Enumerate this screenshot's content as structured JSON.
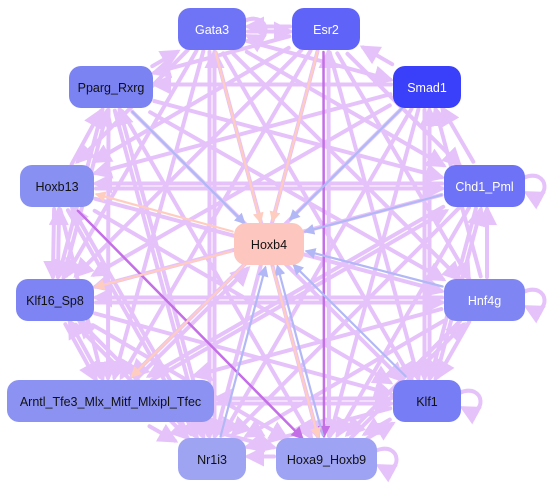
{
  "colors": {
    "edge_regular": "#e6c2fb",
    "edge_strong": "#c46fe6",
    "edge_blue": "#b2b8f5",
    "edge_peach": "#ffcdbf"
  },
  "nodes": [
    {
      "id": "gata3",
      "label": "Gata3",
      "fill": "#6f74f7",
      "text_color": "#ffffff"
    },
    {
      "id": "esr2",
      "label": "Esr2",
      "fill": "#5f63f8",
      "text_color": "#ffffff"
    },
    {
      "id": "pparg_rxrg",
      "label": "Pparg_Rxrg",
      "fill": "#7b82f2",
      "text_color": "#111111"
    },
    {
      "id": "smad1",
      "label": "Smad1",
      "fill": "#3a3ff9",
      "text_color": "#ffffff"
    },
    {
      "id": "hoxb13",
      "label": "Hoxb13",
      "fill": "#8890f2",
      "text_color": "#111111"
    },
    {
      "id": "chd1_pml",
      "label": "Chd1_Pml",
      "fill": "#6d72f7",
      "text_color": "#ffffff"
    },
    {
      "id": "hoxb4",
      "label": "Hoxb4",
      "fill": "#fdc7c0",
      "text_color": "#111111"
    },
    {
      "id": "klf16_sp8",
      "label": "Klf16_Sp8",
      "fill": "#7e84f4",
      "text_color": "#111111"
    },
    {
      "id": "hnf4g",
      "label": "Hnf4g",
      "fill": "#7f86f4",
      "text_color": "#ffffff"
    },
    {
      "id": "arntl",
      "label": "Arntl_Tfe3_Mlx_Mitf_Mlxipl_Tfec",
      "fill": "#8c92f1",
      "text_color": "#111111"
    },
    {
      "id": "klf1",
      "label": "Klf1",
      "fill": "#777df4",
      "text_color": "#111111"
    },
    {
      "id": "nr1i3",
      "label": "Nr1i3",
      "fill": "#9fa4f2",
      "text_color": "#111111"
    },
    {
      "id": "hoxa9_hoxb9",
      "label": "Hoxa9_Hoxb9",
      "fill": "#9ea3f3",
      "text_color": "#111111"
    }
  ],
  "edges": [
    {
      "from": "gata3",
      "to": "hoxb4",
      "kind": "peach"
    },
    {
      "from": "esr2",
      "to": "hoxb4",
      "kind": "peach"
    },
    {
      "from": "pparg_rxrg",
      "to": "hoxb4",
      "kind": "blue"
    },
    {
      "from": "smad1",
      "to": "hoxb4",
      "kind": "blue"
    },
    {
      "from": "chd1_pml",
      "to": "hoxb4",
      "kind": "blue"
    },
    {
      "from": "hnf4g",
      "to": "hoxb4",
      "kind": "blue"
    },
    {
      "from": "klf1",
      "to": "hoxb4",
      "kind": "blue"
    },
    {
      "from": "nr1i3",
      "to": "hoxb4",
      "kind": "blue"
    },
    {
      "from": "hoxa9_hoxb9",
      "to": "hoxb4",
      "kind": "blue"
    },
    {
      "from": "hoxb4",
      "to": "hoxb13",
      "kind": "peach"
    },
    {
      "from": "hoxb4",
      "to": "klf16_sp8",
      "kind": "peach"
    },
    {
      "from": "hoxb4",
      "to": "arntl",
      "kind": "peach"
    },
    {
      "from": "hoxb4",
      "to": "hoxa9_hoxb9",
      "kind": "peach"
    },
    {
      "from": "arntl",
      "to": "hoxb4",
      "kind": "regular"
    },
    {
      "from": "esr2",
      "to": "hoxa9_hoxb9",
      "kind": "strong"
    },
    {
      "from": "hoxb13",
      "to": "hoxa9_hoxb9",
      "kind": "strong"
    },
    {
      "from": "gata3",
      "to": "esr2",
      "kind": "regular"
    },
    {
      "from": "esr2",
      "to": "gata3",
      "kind": "regular"
    },
    {
      "from": "gata3",
      "to": "smad1",
      "kind": "regular"
    },
    {
      "from": "gata3",
      "to": "chd1_pml",
      "kind": "regular"
    },
    {
      "from": "gata3",
      "to": "hnf4g",
      "kind": "regular"
    },
    {
      "from": "gata3",
      "to": "klf1",
      "kind": "regular"
    },
    {
      "from": "gata3",
      "to": "hoxa9_hoxb9",
      "kind": "regular"
    },
    {
      "from": "gata3",
      "to": "nr1i3",
      "kind": "regular"
    },
    {
      "from": "gata3",
      "to": "arntl",
      "kind": "regular"
    },
    {
      "from": "gata3",
      "to": "klf16_sp8",
      "kind": "regular"
    },
    {
      "from": "gata3",
      "to": "hoxb13",
      "kind": "regular"
    },
    {
      "from": "pparg_rxrg",
      "to": "gata3",
      "kind": "regular"
    },
    {
      "from": "esr2",
      "to": "pparg_rxrg",
      "kind": "regular"
    },
    {
      "from": "esr2",
      "to": "hoxb13",
      "kind": "regular"
    },
    {
      "from": "esr2",
      "to": "klf16_sp8",
      "kind": "regular"
    },
    {
      "from": "esr2",
      "to": "arntl",
      "kind": "regular"
    },
    {
      "from": "esr2",
      "to": "nr1i3",
      "kind": "regular"
    },
    {
      "from": "esr2",
      "to": "klf1",
      "kind": "regular"
    },
    {
      "from": "esr2",
      "to": "hnf4g",
      "kind": "regular"
    },
    {
      "from": "esr2",
      "to": "chd1_pml",
      "kind": "regular"
    },
    {
      "from": "smad1",
      "to": "esr2",
      "kind": "regular"
    },
    {
      "from": "smad1",
      "to": "pparg_rxrg",
      "kind": "regular"
    },
    {
      "from": "smad1",
      "to": "hoxb13",
      "kind": "regular"
    },
    {
      "from": "smad1",
      "to": "klf16_sp8",
      "kind": "regular"
    },
    {
      "from": "smad1",
      "to": "arntl",
      "kind": "regular"
    },
    {
      "from": "smad1",
      "to": "nr1i3",
      "kind": "regular"
    },
    {
      "from": "smad1",
      "to": "hoxa9_hoxb9",
      "kind": "regular"
    },
    {
      "from": "smad1",
      "to": "klf1",
      "kind": "regular"
    },
    {
      "from": "pparg_rxrg",
      "to": "chd1_pml",
      "kind": "regular"
    },
    {
      "from": "pparg_rxrg",
      "to": "hnf4g",
      "kind": "regular"
    },
    {
      "from": "pparg_rxrg",
      "to": "klf1",
      "kind": "regular"
    },
    {
      "from": "pparg_rxrg",
      "to": "hoxa9_hoxb9",
      "kind": "regular"
    },
    {
      "from": "pparg_rxrg",
      "to": "nr1i3",
      "kind": "regular"
    },
    {
      "from": "pparg_rxrg",
      "to": "arntl",
      "kind": "regular"
    },
    {
      "from": "pparg_rxrg",
      "to": "klf16_sp8",
      "kind": "regular"
    },
    {
      "from": "hoxb13",
      "to": "pparg_rxrg",
      "kind": "regular"
    },
    {
      "from": "hoxb13",
      "to": "chd1_pml",
      "kind": "regular"
    },
    {
      "from": "chd1_pml",
      "to": "hoxb13",
      "kind": "regular"
    },
    {
      "from": "hoxb13",
      "to": "hnf4g",
      "kind": "regular"
    },
    {
      "from": "hoxb13",
      "to": "klf1",
      "kind": "regular"
    },
    {
      "from": "hoxb13",
      "to": "nr1i3",
      "kind": "regular"
    },
    {
      "from": "hoxb13",
      "to": "arntl",
      "kind": "regular"
    },
    {
      "from": "klf16_sp8",
      "to": "hoxb13",
      "kind": "regular"
    },
    {
      "from": "hoxb13",
      "to": "klf16_sp8",
      "kind": "regular"
    },
    {
      "from": "chd1_pml",
      "to": "smad1",
      "kind": "regular"
    },
    {
      "from": "chd1_pml",
      "to": "klf16_sp8",
      "kind": "regular"
    },
    {
      "from": "chd1_pml",
      "to": "arntl",
      "kind": "regular"
    },
    {
      "from": "chd1_pml",
      "to": "nr1i3",
      "kind": "regular"
    },
    {
      "from": "chd1_pml",
      "to": "hoxa9_hoxb9",
      "kind": "regular"
    },
    {
      "from": "chd1_pml",
      "to": "klf1",
      "kind": "regular"
    },
    {
      "from": "hnf4g",
      "to": "chd1_pml",
      "kind": "regular"
    },
    {
      "from": "hnf4g",
      "to": "smad1",
      "kind": "regular"
    },
    {
      "from": "hnf4g",
      "to": "klf16_sp8",
      "kind": "regular"
    },
    {
      "from": "hnf4g",
      "to": "arntl",
      "kind": "regular"
    },
    {
      "from": "hnf4g",
      "to": "nr1i3",
      "kind": "regular"
    },
    {
      "from": "hnf4g",
      "to": "hoxa9_hoxb9",
      "kind": "regular"
    },
    {
      "from": "hnf4g",
      "to": "klf1",
      "kind": "regular"
    },
    {
      "from": "klf16_sp8",
      "to": "hnf4g",
      "kind": "regular"
    },
    {
      "from": "klf16_sp8",
      "to": "pparg_rxrg",
      "kind": "regular"
    },
    {
      "from": "klf16_sp8",
      "to": "arntl",
      "kind": "regular"
    },
    {
      "from": "klf16_sp8",
      "to": "nr1i3",
      "kind": "regular"
    },
    {
      "from": "klf16_sp8",
      "to": "hoxa9_hoxb9",
      "kind": "regular"
    },
    {
      "from": "klf16_sp8",
      "to": "klf1",
      "kind": "regular"
    },
    {
      "from": "arntl",
      "to": "klf16_sp8",
      "kind": "regular"
    },
    {
      "from": "arntl",
      "to": "klf1",
      "kind": "regular"
    },
    {
      "from": "klf1",
      "to": "arntl",
      "kind": "regular"
    },
    {
      "from": "arntl",
      "to": "nr1i3",
      "kind": "regular"
    },
    {
      "from": "arntl",
      "to": "hoxa9_hoxb9",
      "kind": "regular"
    },
    {
      "from": "arntl",
      "to": "chd1_pml",
      "kind": "regular"
    },
    {
      "from": "klf1",
      "to": "hoxa9_hoxb9",
      "kind": "regular"
    },
    {
      "from": "klf1",
      "to": "nr1i3",
      "kind": "regular"
    },
    {
      "from": "klf1",
      "to": "smad1",
      "kind": "regular"
    },
    {
      "from": "klf1",
      "to": "chd1_pml",
      "kind": "regular"
    },
    {
      "from": "nr1i3",
      "to": "gata3",
      "kind": "regular"
    },
    {
      "from": "nr1i3",
      "to": "hoxb13",
      "kind": "regular"
    },
    {
      "from": "nr1i3",
      "to": "klf16_sp8",
      "kind": "regular"
    },
    {
      "from": "nr1i3",
      "to": "pparg_rxrg",
      "kind": "regular"
    },
    {
      "from": "hoxa9_hoxb9",
      "to": "nr1i3",
      "kind": "regular"
    },
    {
      "from": "hoxa9_hoxb9",
      "to": "klf1",
      "kind": "regular"
    },
    {
      "from": "hoxa9_hoxb9",
      "to": "esr2",
      "kind": "regular"
    },
    {
      "from": "hoxa9_hoxb9",
      "to": "hnf4g",
      "kind": "regular"
    }
  ],
  "self_loops": [
    "gata3",
    "chd1_pml",
    "hnf4g",
    "klf1",
    "hoxa9_hoxb9"
  ]
}
